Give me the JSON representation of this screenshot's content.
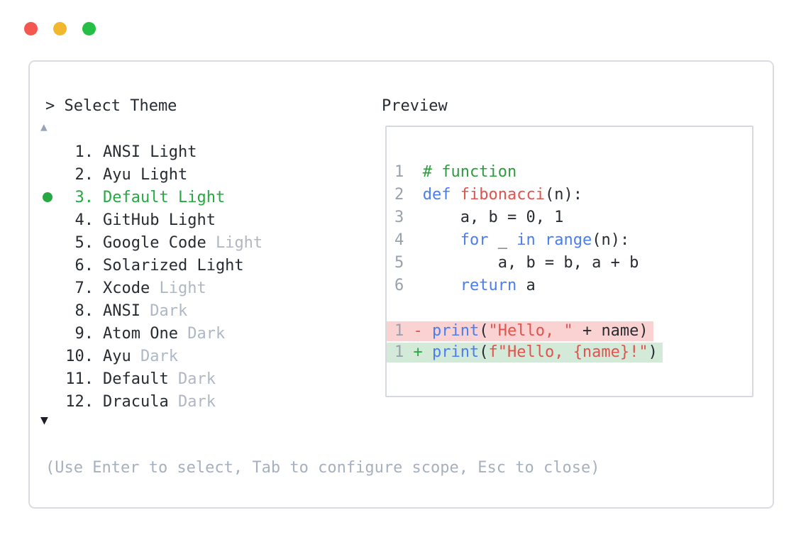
{
  "window": {
    "traffic_lights": [
      {
        "name": "close",
        "color": "#f4574f"
      },
      {
        "name": "minimize",
        "color": "#f3b72f"
      },
      {
        "name": "zoom",
        "color": "#25bf45"
      }
    ]
  },
  "palette": {
    "prompt": "> Select Theme",
    "scroll_up": "▲",
    "scroll_down": "▼",
    "footer_hint": "(Use Enter to select, Tab to configure scope, Esc to close)",
    "items": [
      {
        "number": "1.",
        "name": "ANSI Light",
        "muted_suffix": "",
        "selected": false
      },
      {
        "number": "2.",
        "name": "Ayu Light",
        "muted_suffix": "",
        "selected": false
      },
      {
        "number": "3.",
        "name": "Default Light",
        "muted_suffix": "",
        "selected": true
      },
      {
        "number": "4.",
        "name": "GitHub Light",
        "muted_suffix": "",
        "selected": false
      },
      {
        "number": "5.",
        "name": "Google Code",
        "muted_suffix": "Light",
        "selected": false
      },
      {
        "number": "6.",
        "name": "Solarized Light",
        "muted_suffix": "",
        "selected": false
      },
      {
        "number": "7.",
        "name": "Xcode",
        "muted_suffix": "Light",
        "selected": false
      },
      {
        "number": "8.",
        "name": "ANSI",
        "muted_suffix": "Dark",
        "selected": false
      },
      {
        "number": "9.",
        "name": "Atom One",
        "muted_suffix": "Dark",
        "selected": false
      },
      {
        "number": "10.",
        "name": "Ayu",
        "muted_suffix": "Dark",
        "selected": false
      },
      {
        "number": "11.",
        "name": "Default",
        "muted_suffix": "Dark",
        "selected": false
      },
      {
        "number": "12.",
        "name": "Dracula",
        "muted_suffix": "Dark",
        "selected": false
      }
    ]
  },
  "preview": {
    "label": "Preview",
    "code_lines": [
      {
        "type": "normal",
        "segments": [
          {
            "text": "1  ",
            "style": "num"
          },
          {
            "text": "# function",
            "style": "com"
          }
        ]
      },
      {
        "type": "normal",
        "segments": [
          {
            "text": "2  ",
            "style": "num"
          },
          {
            "text": "def",
            "style": "kw"
          },
          {
            "text": " ",
            "style": "fg"
          },
          {
            "text": "fibonacci",
            "style": "fn"
          },
          {
            "text": "(n):",
            "style": "fg"
          }
        ]
      },
      {
        "type": "normal",
        "segments": [
          {
            "text": "3  ",
            "style": "num"
          },
          {
            "text": "    a, b = 0, 1",
            "style": "fg"
          }
        ]
      },
      {
        "type": "normal",
        "segments": [
          {
            "text": "4  ",
            "style": "num"
          },
          {
            "text": "    ",
            "style": "fg"
          },
          {
            "text": "for",
            "style": "kw"
          },
          {
            "text": " _ ",
            "style": "fg"
          },
          {
            "text": "in",
            "style": "kw"
          },
          {
            "text": " ",
            "style": "fg"
          },
          {
            "text": "range",
            "style": "kw"
          },
          {
            "text": "(n):",
            "style": "fg"
          }
        ]
      },
      {
        "type": "normal",
        "segments": [
          {
            "text": "5  ",
            "style": "num"
          },
          {
            "text": "        a, b = b, a + b",
            "style": "fg"
          }
        ]
      },
      {
        "type": "normal",
        "segments": [
          {
            "text": "6  ",
            "style": "num"
          },
          {
            "text": "    ",
            "style": "fg"
          },
          {
            "text": "return",
            "style": "kw"
          },
          {
            "text": " a",
            "style": "fg"
          }
        ]
      },
      {
        "type": "blank",
        "segments": []
      },
      {
        "type": "removed",
        "segments": [
          {
            "text": "1 ",
            "style": "num"
          },
          {
            "text": "- ",
            "style": "del"
          },
          {
            "text": "print",
            "style": "kw"
          },
          {
            "text": "(",
            "style": "fg"
          },
          {
            "text": "\"Hello, \"",
            "style": "str"
          },
          {
            "text": " + name)",
            "style": "fg"
          }
        ]
      },
      {
        "type": "added",
        "segments": [
          {
            "text": "1 ",
            "style": "num"
          },
          {
            "text": "+ ",
            "style": "add"
          },
          {
            "text": "print",
            "style": "kw"
          },
          {
            "text": "(",
            "style": "fg"
          },
          {
            "text": "f\"Hello, {name}!\"",
            "style": "str"
          },
          {
            "text": ")",
            "style": "fg"
          }
        ]
      }
    ]
  },
  "colors": {
    "panelBorder": "#d9dde3",
    "previewBorder": "#d6dade",
    "textDark": "#272c33",
    "textMuted": "#aeb8c5",
    "footerText": "#a6b0bf",
    "lineNumber": "#99a1ad",
    "keywordBlue": "#4a7df2",
    "nameRed": "#e0534e",
    "commentGreen": "#2e9c3e",
    "selectedGreen": "#27a843",
    "diffAddGreen": "#27a843",
    "removedBg": "#f9d2d1",
    "addedBg": "#d3ead9",
    "scrollUpGray": "#98a4b5",
    "scrollDownDark": "#1b1e24"
  }
}
